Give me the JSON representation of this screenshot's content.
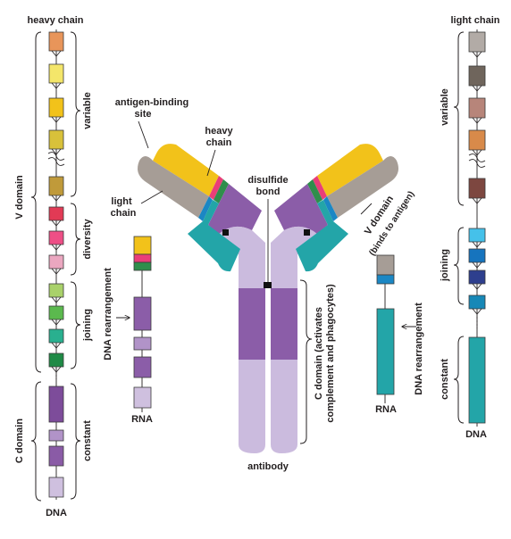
{
  "labels": {
    "heavy_chain_dna_title": "heavy chain",
    "light_chain_dna_title": "light chain",
    "v_domain_left": "V domain",
    "c_domain_left": "C domain",
    "variable_left": "variable",
    "diversity": "diversity",
    "joining_left": "joining",
    "constant_left": "constant",
    "dna_left": "DNA",
    "dna_rearrangement_left": "DNA rearrangement",
    "rna_left": "RNA",
    "antigen_binding_line1": "antigen-binding",
    "antigen_binding_line2": "site",
    "heavy_chain_line1": "heavy",
    "heavy_chain_line2": "chain",
    "light_chain_line1": "light",
    "light_chain_line2": "chain",
    "disulfide_line1": "disulfide",
    "disulfide_line2": "bond",
    "v_domain_right_line1": "V domain",
    "v_domain_right_line2": "(binds to antigen)",
    "c_domain_right_line1": "C domain (activates",
    "c_domain_right_line2": "complement and phagocytes)",
    "antibody": "antibody",
    "dna_rearrangement_right": "DNA rearrangement",
    "rna_right": "RNA",
    "variable_right": "variable",
    "joining_right": "joining",
    "constant_right": "constant",
    "dna_right": "DNA"
  },
  "colors": {
    "variable_heavy": [
      "#e8955a",
      "#f4e66a",
      "#f2c21a",
      "#d8c13a",
      "#c09a3a"
    ],
    "diversity": [
      "#e23a55",
      "#ee4f86",
      "#eba7c0"
    ],
    "joining_heavy": [
      "#a9d16a",
      "#5bb94e",
      "#29b08f",
      "#1f8a46"
    ],
    "constant_heavy": [
      "#7d4c9a",
      "#b193c8",
      "#8a5ba6",
      "#cfc0df"
    ],
    "variable_light": [
      "#b2aba6",
      "#6f655c",
      "#b7857a",
      "#d88a4a",
      "#7d4740"
    ],
    "joining_light": [
      "#45c1ea",
      "#1674be",
      "#2e3f8e",
      "#1788b7"
    ],
    "constant_light": "#23a5a8",
    "heavy_arm_top": "#f2c21a",
    "heavy_arm_purple": "#8b5da8",
    "heavy_stem_dark": "#8b5da8",
    "heavy_stem_light": "#cbbbde",
    "light_arm_grey": "#a69d96",
    "light_arm_teal": "#23a5a8",
    "light_arm_blue": "#1b87c4",
    "heavy_arm_pink": "#e93e78",
    "heavy_arm_green": "#2f8e4c",
    "rna_heavy": [
      "#f2c21a",
      "#e93e78",
      "#2f8e4c",
      "#8b5da8",
      "#b193c8",
      "#8b5da8",
      "#cfc0df"
    ],
    "rna_light": [
      "#a69d96",
      "#1b87c4",
      "#23a5a8"
    ]
  }
}
